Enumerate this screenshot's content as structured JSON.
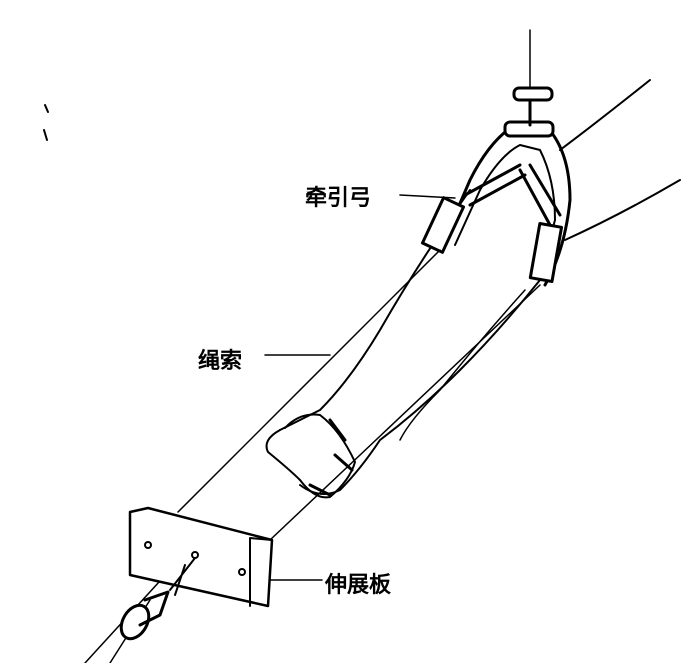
{
  "labels": {
    "traction_bow": "牵引弓",
    "rope": "绳索",
    "extension_board": "伸展板"
  }
}
